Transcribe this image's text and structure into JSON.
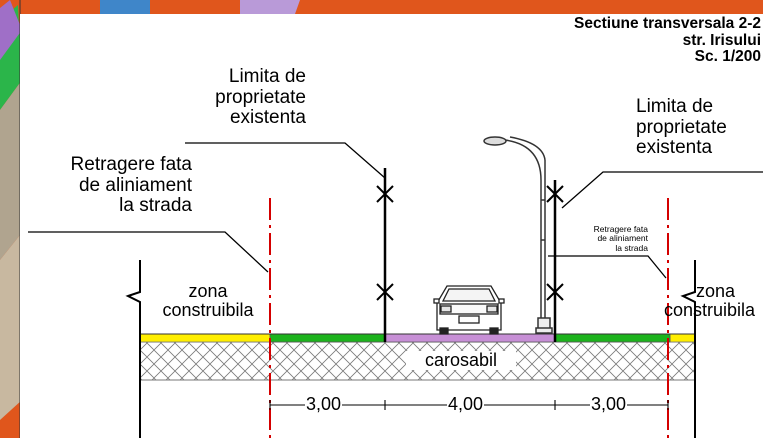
{
  "title": {
    "line1": "Sectiune transversala 2-2",
    "line2": "str. Irisului",
    "line3": "Sc. 1/200"
  },
  "labels": {
    "limita_left": [
      "Limita de",
      "proprietate",
      "existenta"
    ],
    "limita_right": [
      "Limita de",
      "proprietate",
      "existenta"
    ],
    "retragere_left": [
      "Retragere fata",
      "de aliniament",
      "la strada"
    ],
    "retragere_small": [
      "Retragere fata",
      "de aliniament",
      "la strada"
    ],
    "zona_left": [
      "zona",
      "construibila"
    ],
    "zona_right": [
      "zona",
      "construibila"
    ],
    "carosabil": "carosabil"
  },
  "dimensions": [
    "3,00",
    "4,00",
    "3,00"
  ],
  "colors": {
    "red_axis": "#d40000",
    "green": "#1db31d",
    "yellow": "#ffee00",
    "purple": "#c78fd6",
    "orange_map": "#e0561c",
    "hatch": "#6e6e6e"
  }
}
